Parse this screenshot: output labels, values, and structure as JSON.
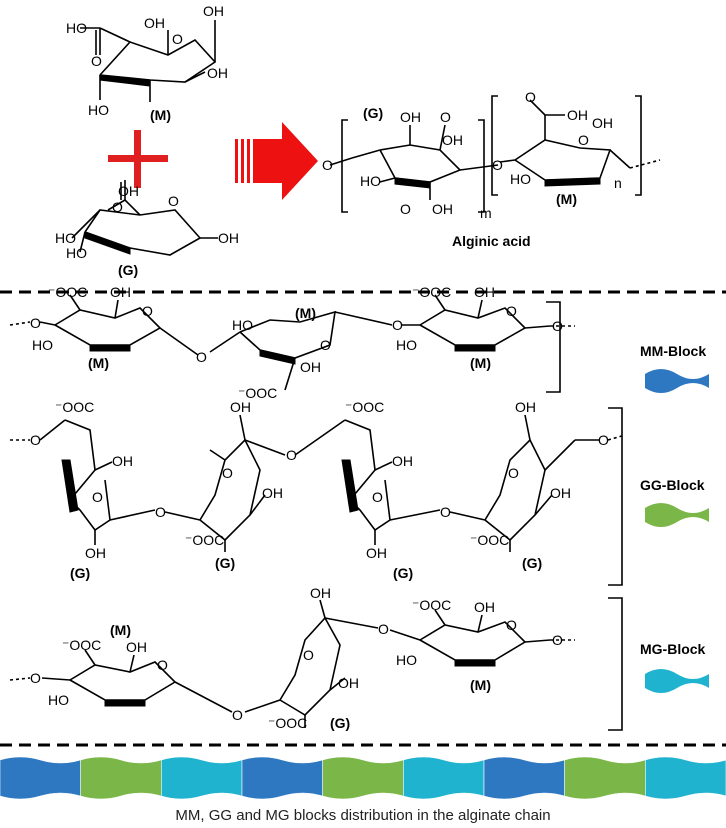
{
  "top": {
    "monomer_m_label": "(M)",
    "monomer_g_label": "(G)",
    "polymer_g_label": "(G)",
    "polymer_m_label": "(M)",
    "subscript_m": "m",
    "subscript_n": "n",
    "product_name": "Alginic acid",
    "plus_color": "#e02020",
    "arrow_color": "#ee1111"
  },
  "blocks": [
    {
      "name": "MM-Block",
      "color": "#2e78c2",
      "units": [
        "(M)",
        "(M)",
        "(M)"
      ]
    },
    {
      "name": "GG-Block",
      "color": "#7ab648",
      "units": [
        "(G)",
        "(G)",
        "(G)",
        "(G)"
      ]
    },
    {
      "name": "MG-Block",
      "color": "#1fb3cf",
      "units": [
        "(M)",
        "(G)",
        "(M)"
      ]
    }
  ],
  "chain": {
    "sequence": [
      "MM",
      "GG",
      "MG",
      "MM",
      "GG",
      "MG",
      "MM",
      "GG",
      "MG"
    ],
    "caption": "MM, GG and MG blocks distribution in the alginate chain"
  },
  "groups": {
    "oh": "OH",
    "ho": "HO",
    "o": "O",
    "cooh_ho": "HO",
    "cooh_o": "O",
    "carboxylate": "⁻OOC"
  }
}
